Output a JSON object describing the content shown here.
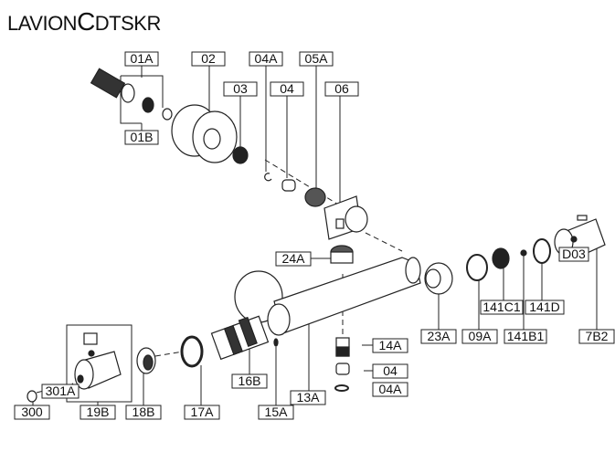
{
  "title": {
    "prefix": "LAVION",
    "mid": "C",
    "suffix": "DTSKR"
  },
  "labels": {
    "l01A": "01A",
    "l01B": "01B",
    "l02": "02",
    "l03": "03",
    "l04A_top": "04A",
    "l04_top": "04",
    "l05A": "05A",
    "l06": "06",
    "l24A": "24A",
    "l23A": "23A",
    "l09A": "09A",
    "l141C1": "141C1",
    "l141D": "141D",
    "l141B1": "141B1",
    "lD03": "D03",
    "l7B2": "7B2",
    "l14A": "14A",
    "l04_mid": "04",
    "l04A_bot": "04A",
    "l13A": "13A",
    "l16B": "16B",
    "l15A": "15A",
    "l17A": "17A",
    "l18B": "18B",
    "l19B": "19B",
    "l301A": "301A",
    "l300": "300"
  }
}
